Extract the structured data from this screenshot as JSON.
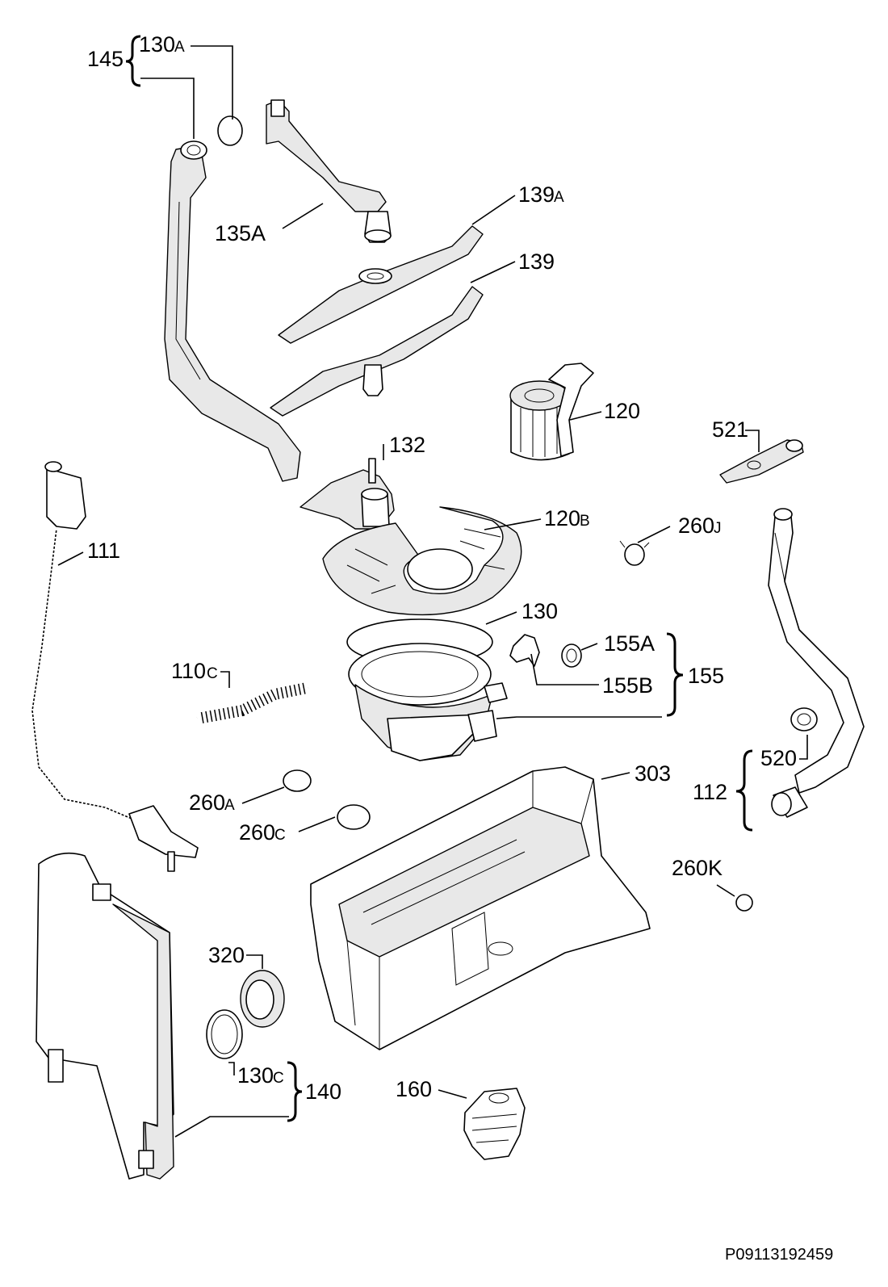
{
  "drawing_ref": "P09113192459",
  "labels": {
    "l145": "145",
    "l130a": "130",
    "l130a_suffix": "A",
    "l135a": "135A",
    "l139a": "139",
    "l139a_suffix": "A",
    "l139": "139",
    "l120": "120",
    "l521": "521",
    "l132": "132",
    "l111": "111",
    "l120b": "120",
    "l120b_suffix": "B",
    "l260j": "260",
    "l260j_suffix": "J",
    "l130": "130",
    "l155a": "155A",
    "l155": "155",
    "l155b": "155B",
    "l110c": "110",
    "l110c_suffix": "C",
    "l520": "520",
    "l112": "112",
    "l303": "303",
    "l260a": "260",
    "l260a_suffix": "A",
    "l260c": "260",
    "l260c_suffix": "C",
    "l260k": "260K",
    "l320": "320",
    "l130c": "130",
    "l130c_suffix": "C",
    "l140": "140",
    "l160": "160"
  }
}
